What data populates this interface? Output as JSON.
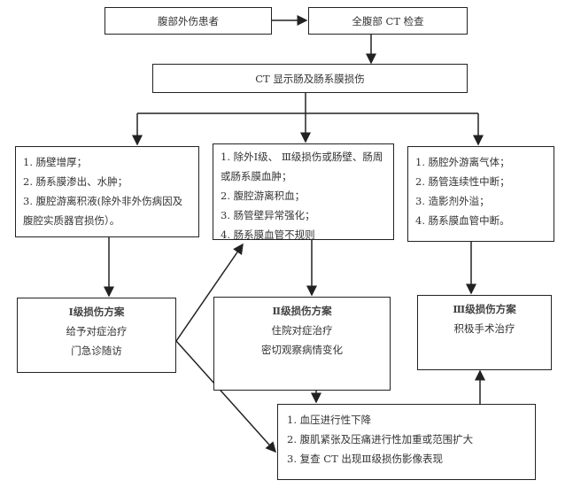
{
  "nodes": {
    "start": "腹部外伤患者",
    "ct": "全腹部 CT 检查",
    "finding": "CT 显示肠及肠系膜损伤",
    "grade1_signs": [
      "1. 肠壁增厚；",
      "2. 肠系膜渗出、水肿；",
      "3. 腹腔游离积液(除外非外伤病因及腹腔实质器官损伤）。"
    ],
    "grade2_signs": [
      "1. 除外Ⅰ级、 Ⅲ级损伤或肠壁、肠周或肠系膜血肿；",
      "2. 腹腔游离积血；",
      "3. 肠管壁异常强化；",
      "4. 肠系膜血管不规则"
    ],
    "grade3_signs": [
      "1. 肠腔外游离气体；",
      "2. 肠管连续性中断；",
      "3. 造影剂外溢；",
      "4. 肠系膜血管中断。"
    ],
    "grade1_plan": {
      "title": "Ⅰ级损伤方案",
      "lines": [
        "给予对症治疗",
        "门急诊随访"
      ]
    },
    "grade2_plan": {
      "title": "Ⅱ级损伤方案",
      "lines": [
        "住院对症治疗",
        "密切观察病情变化"
      ]
    },
    "grade3_plan": {
      "title": "Ⅲ级损伤方案",
      "lines": [
        "积极手术治疗"
      ]
    },
    "escalation": [
      "1. 血压进行性下降",
      "2. 腹肌紧张及压痛进行性加重或范围扩大",
      "3. 复查 CT 出现Ⅲ级损伤影像表现"
    ]
  }
}
